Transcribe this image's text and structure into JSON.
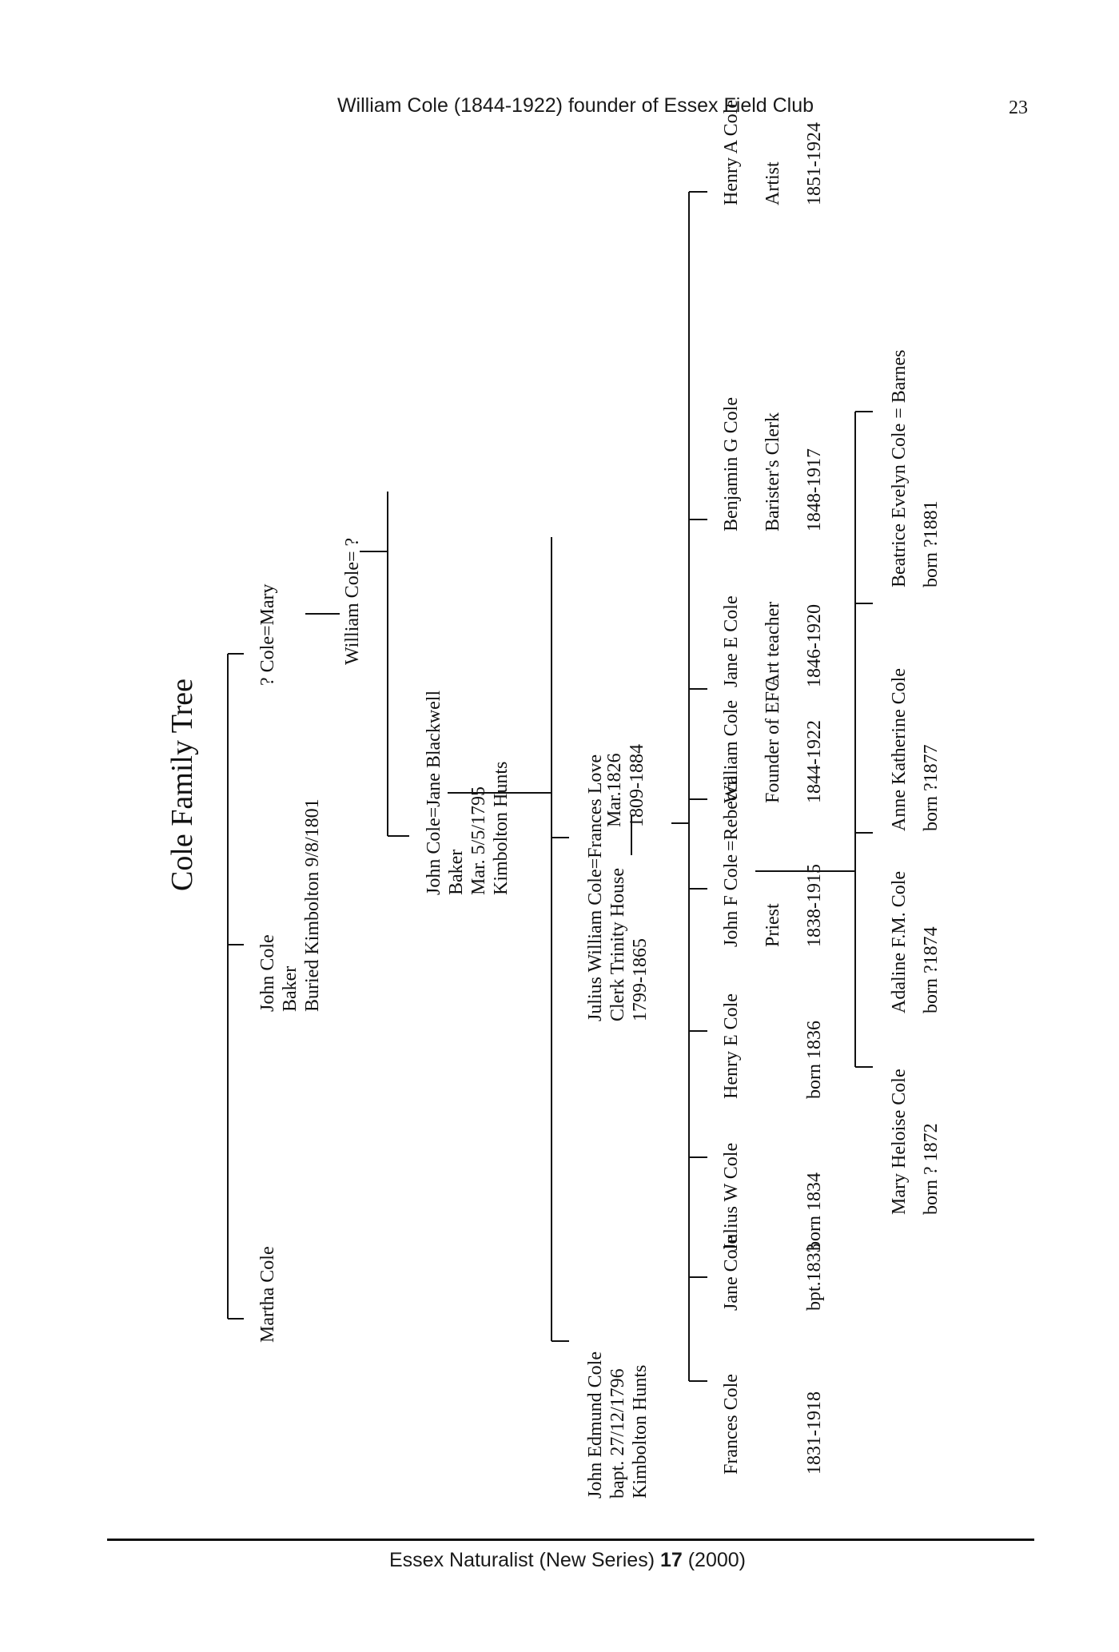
{
  "header": {
    "running_title": "William Cole (1844-1922) founder of Essex Field Club",
    "page_number": "23"
  },
  "diagram": {
    "title": "Cole Family Tree",
    "gen1": {
      "martha": [
        "Martha Cole"
      ],
      "john": [
        "John Cole",
        "Baker",
        "Buried Kimbolton 9/8/1801"
      ],
      "cole_mary": [
        "? Cole=Mary"
      ]
    },
    "william_cole": [
      "William Cole= ?"
    ],
    "john_jane": [
      "John Cole=Jane Blackwell",
      "Baker",
      "Mar. 5/5/1795",
      "Kimbolton Hunts"
    ],
    "john_edmund": [
      "John Edmund Cole",
      "bapt. 27/12/1796",
      "Kimbolton Hunts"
    ],
    "julius_william": [
      "Julius William Cole=Frances Love",
      "Clerk Trinity House",
      "1799-1865"
    ],
    "marriage_julius": [
      "Mar.1826",
      "1809-1884"
    ],
    "children": [
      {
        "name": "Frances Cole",
        "detail": "",
        "dates": "1831-1918"
      },
      {
        "name": "Jane Cole",
        "detail": "",
        "dates": "bpt.1833"
      },
      {
        "name": "Julius W Cole",
        "detail": "",
        "dates": "born 1834"
      },
      {
        "name": "Henry E Cole",
        "detail": "",
        "dates": "born 1836"
      },
      {
        "name": "John F Cole",
        "detail": "Priest",
        "dates": "1838-1915"
      },
      {
        "name": "William Cole",
        "detail": "Founder of EFC",
        "dates": "1844-1922"
      },
      {
        "name": "Jane E  Cole",
        "detail": "Art teacher",
        "dates": "1846-1920"
      },
      {
        "name": "Benjamin G Cole",
        "detail": "Barister's Clerk",
        "dates": "1848-1917"
      },
      {
        "name": "Henry A Cole",
        "detail": "Artist",
        "dates": "1851-1924"
      }
    ],
    "rebecca": "=Rebecca",
    "grandchildren": [
      {
        "name": "Mary Heloise Cole",
        "dates": "born ? 1872"
      },
      {
        "name": "Adaline F.M. Cole",
        "dates": "born ?1874"
      },
      {
        "name": "Anne Katherine Cole",
        "dates": "born ?1877"
      },
      {
        "name": "Beatrice Evelyn Cole  =  Barnes",
        "dates": "born ?1881"
      }
    ]
  },
  "footer": {
    "journal": "Essex Naturalist (New Series)",
    "volume": "17",
    "year": "(2000)"
  }
}
